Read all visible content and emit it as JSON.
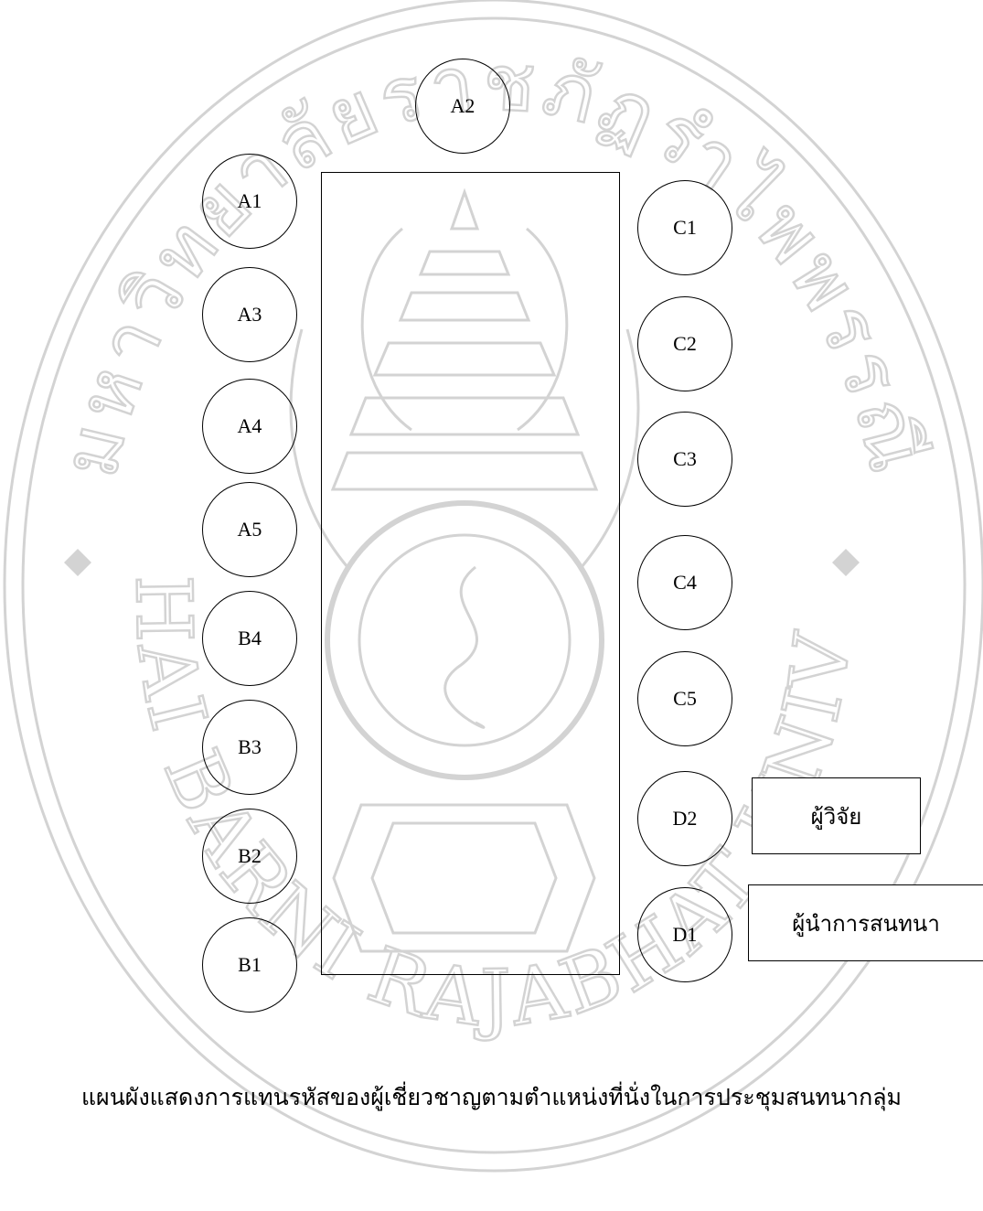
{
  "watermark": {
    "top_arc_text": "มหาวิทยาลัยราชภัฏรำไพพรรณี",
    "bottom_arc_text": "RAMBHAI BARNI RAJABHAT UNIVERSITY",
    "color": "#d3d3d3"
  },
  "seats": {
    "a1": "A1",
    "a2": "A2",
    "a3": "A3",
    "a4": "A4",
    "a5": "A5",
    "b1": "B1",
    "b2": "B2",
    "b3": "B3",
    "b4": "B4",
    "c1": "C1",
    "c2": "C2",
    "c3": "C3",
    "c4": "C4",
    "c5": "C5",
    "d1": "D1",
    "d2": "D2"
  },
  "labels": {
    "researcher": "ผู้วิจัย",
    "moderator": "ผู้นำการสนทนา"
  },
  "caption": "แผนผังแสดงการแทนรหัสของผู้เชี่ยวชาญตามตำแหน่งที่นั่งในการประชุมสนทนากลุ่ม"
}
